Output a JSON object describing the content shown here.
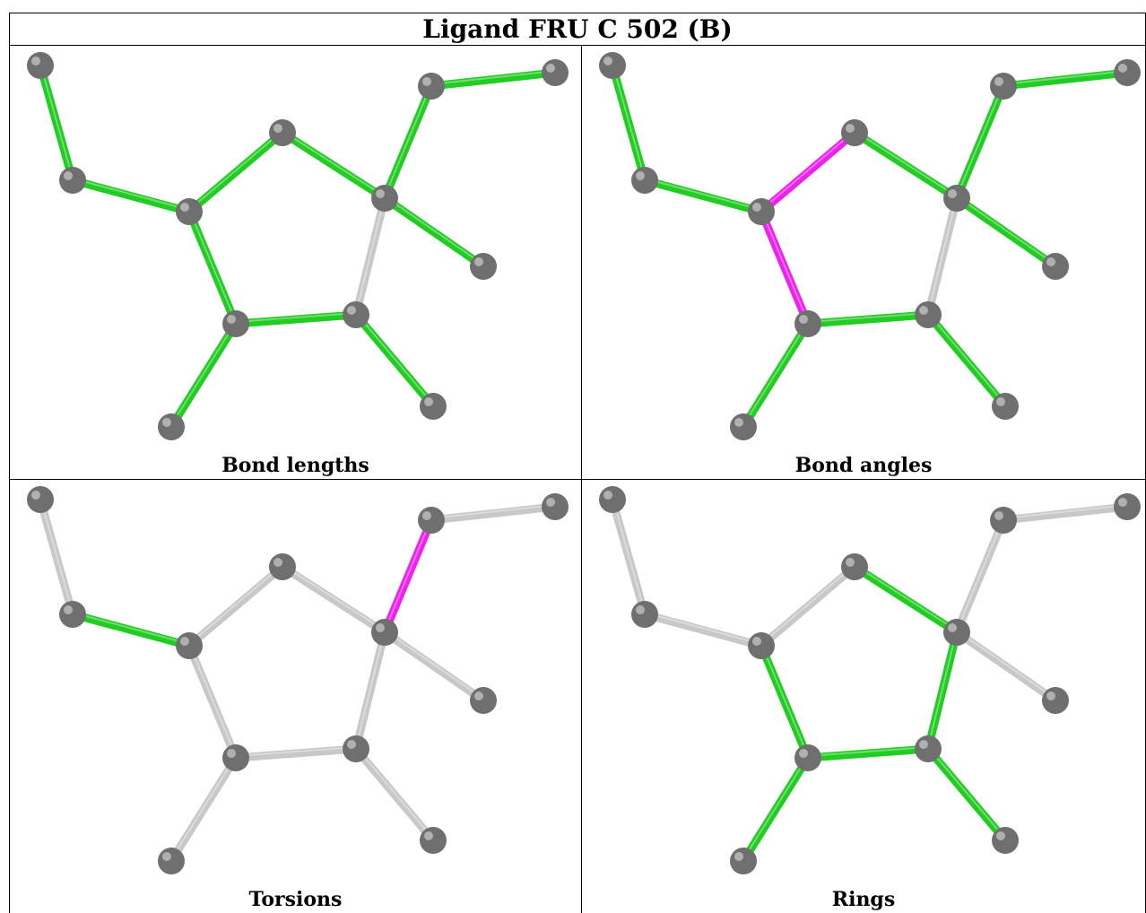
{
  "title": "Ligand FRU C 502 (B)",
  "colors": {
    "atom": "#6f6f6f",
    "default_bond": "#c8c8c8",
    "ok_bond": "#22cc22",
    "outlier_bond": "#ee22ee"
  },
  "panels": [
    {
      "caption": "Bond lengths",
      "bond_colors": [
        "green",
        "green",
        "green",
        "green",
        "green",
        "green",
        "green",
        "green",
        "gray",
        "green",
        "green",
        "green",
        "green"
      ]
    },
    {
      "caption": "Bond angles",
      "bond_colors": [
        "green",
        "green",
        "magenta",
        "magenta",
        "green",
        "green",
        "green",
        "green",
        "gray",
        "green",
        "green",
        "green",
        "green"
      ]
    },
    {
      "caption": "Torsions",
      "bond_colors": [
        "gray",
        "green",
        "gray",
        "gray",
        "gray",
        "gray",
        "gray",
        "gray",
        "gray",
        "magenta",
        "gray",
        "gray",
        "gray"
      ]
    },
    {
      "caption": "Rings",
      "bond_colors": [
        "gray",
        "gray",
        "gray",
        "green",
        "green",
        "green",
        "green",
        "green",
        "green",
        "gray",
        "gray",
        "gray",
        "gray"
      ]
    }
  ]
}
